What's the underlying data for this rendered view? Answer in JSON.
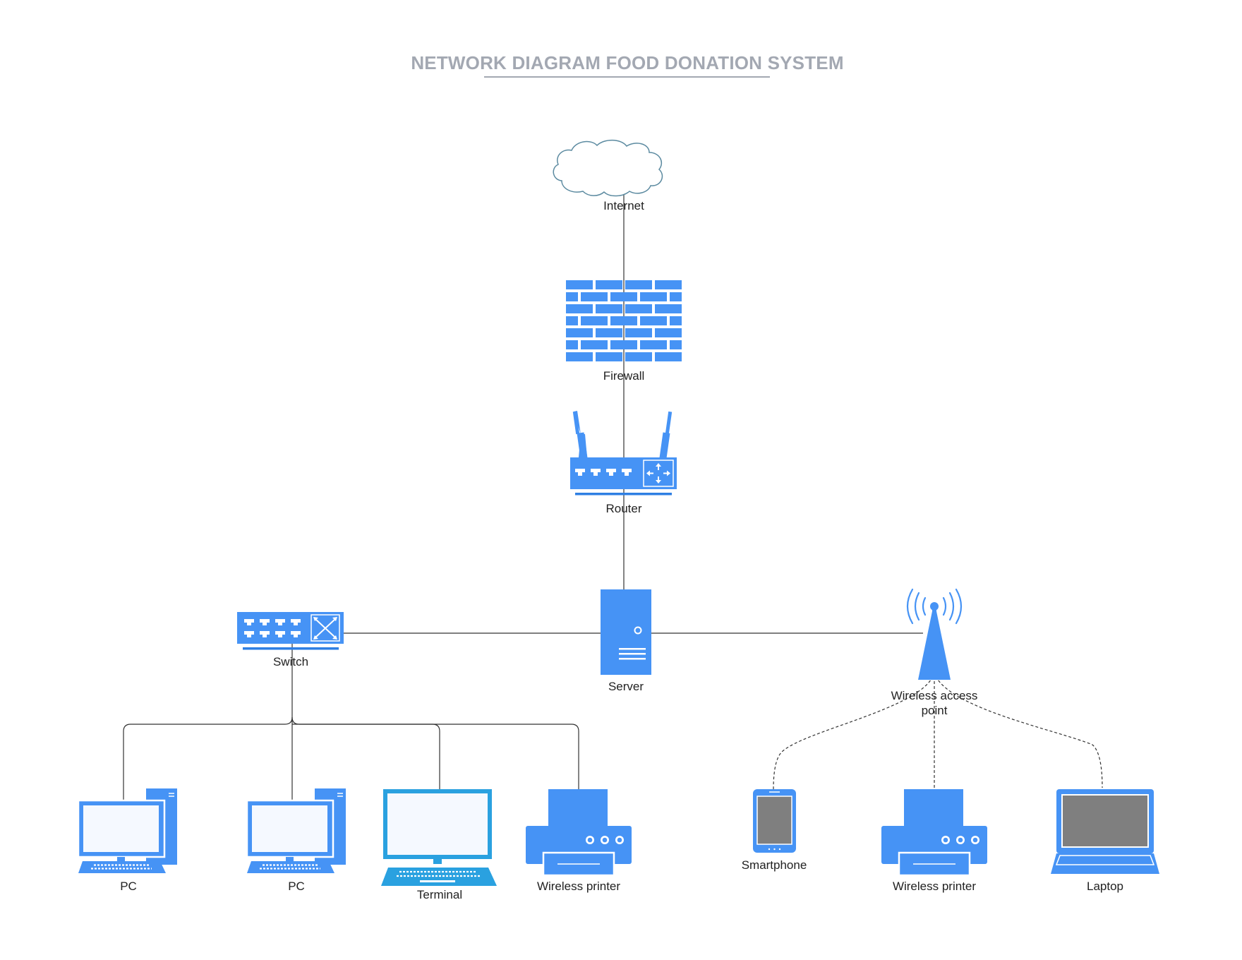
{
  "title": "NETWORK DIAGRAM FOOD DONATION SYSTEM",
  "colors": {
    "device": "#4693f5",
    "device_dark": "#2f7fe3",
    "terminal": "#2aa1e0",
    "screen_gray": "#7f7f7f",
    "screen_light": "#f5f9ff",
    "line": "#333333",
    "title": "#a3a8b2",
    "cloud_stroke": "#5b8aa0"
  },
  "nodes": {
    "internet": {
      "label": "Internet",
      "icon": "cloud-icon"
    },
    "firewall": {
      "label": "Firewall",
      "icon": "firewall-icon"
    },
    "router": {
      "label": "Router",
      "icon": "router-icon"
    },
    "server": {
      "label": "Server",
      "icon": "server-icon"
    },
    "switch": {
      "label": "Switch",
      "icon": "switch-icon"
    },
    "wap": {
      "label_line1": "Wireless access",
      "label_line2": "point",
      "icon": "wireless-access-point-icon"
    },
    "pc1": {
      "label": "PC",
      "icon": "pc-icon"
    },
    "pc2": {
      "label": "PC",
      "icon": "pc-icon"
    },
    "terminal": {
      "label": "Terminal",
      "icon": "terminal-icon"
    },
    "printer1": {
      "label": "Wireless printer",
      "icon": "printer-icon"
    },
    "smartphone": {
      "label": "Smartphone",
      "icon": "smartphone-icon"
    },
    "printer2": {
      "label": "Wireless printer",
      "icon": "printer-icon"
    },
    "laptop": {
      "label": "Laptop",
      "icon": "laptop-icon"
    }
  },
  "connections": [
    {
      "from": "Internet",
      "to": "Firewall",
      "style": "solid"
    },
    {
      "from": "Firewall",
      "to": "Router",
      "style": "solid"
    },
    {
      "from": "Router",
      "to": "Server",
      "style": "solid"
    },
    {
      "from": "Server",
      "to": "Switch",
      "style": "solid"
    },
    {
      "from": "Server",
      "to": "Wireless access point",
      "style": "solid"
    },
    {
      "from": "Switch",
      "to": "PC",
      "style": "solid"
    },
    {
      "from": "Switch",
      "to": "PC",
      "style": "solid"
    },
    {
      "from": "Switch",
      "to": "Terminal",
      "style": "solid"
    },
    {
      "from": "Switch",
      "to": "Wireless printer",
      "style": "solid"
    },
    {
      "from": "Wireless access point",
      "to": "Smartphone",
      "style": "dashed"
    },
    {
      "from": "Wireless access point",
      "to": "Wireless printer",
      "style": "dashed"
    },
    {
      "from": "Wireless access point",
      "to": "Laptop",
      "style": "dashed"
    }
  ]
}
